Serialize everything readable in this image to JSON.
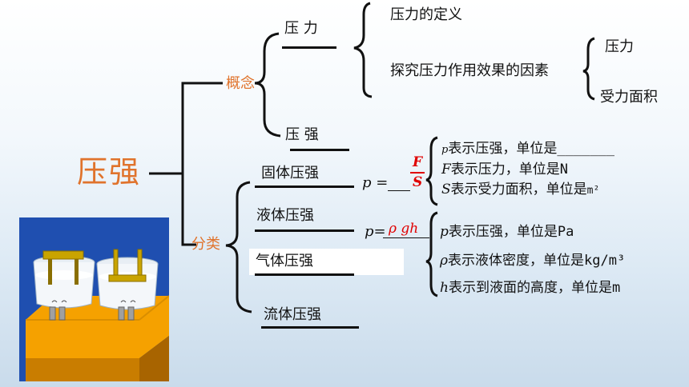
{
  "root": "压强",
  "branches": {
    "concept": "概念",
    "classification": "分类"
  },
  "concept": {
    "pressure_force": "压 力",
    "pressure_force_items": {
      "definition": "压力的定义",
      "factors": "探究压力作用效果的因素",
      "factor_items": [
        "压力",
        "受力面积"
      ]
    },
    "pressure": "压 强"
  },
  "classification": {
    "solid": "固体压强",
    "liquid": "液体压强",
    "gas": "气体压强",
    "fluid": "流体压强"
  },
  "solid_formula": {
    "lhs": "p =",
    "numerator": "F",
    "denominator": "S",
    "notes": [
      {
        "sym": "p",
        "text": "表示压强，单位是",
        "unit": "_______"
      },
      {
        "sym": "F",
        "text": "表示压力，单位是",
        "unit": "N"
      },
      {
        "sym": "S",
        "text": "表示受力面积，单位是",
        "unit": "m²"
      }
    ]
  },
  "liquid_formula": {
    "lhs": "p=",
    "rhs": "ρ gh",
    "notes": [
      {
        "sym": "p",
        "text": "表示压强，单位是",
        "unit": "Pa"
      },
      {
        "sym": "ρ",
        "text": "表示液体密度，单位是",
        "unit": "kg/m³"
      },
      {
        "sym": "h",
        "text": "表示到液面的高度，单位是",
        "unit": "m"
      }
    ]
  },
  "colors": {
    "accent": "#e0732c",
    "formula_red": "#e00000",
    "panel_blue": "#1f4fb0",
    "table_orange": "#f5a100"
  }
}
